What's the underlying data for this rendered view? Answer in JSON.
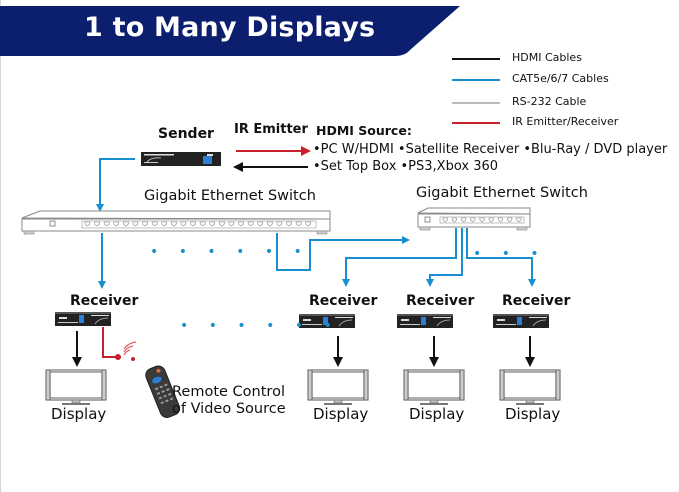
{
  "title": "1 to Many Displays",
  "colors": {
    "banner": "#0c1f6e",
    "hdmi": "#111111",
    "cat": "#1a8fd0",
    "rs232": "#bbbbbb",
    "ir": "#c8202c"
  },
  "legend": [
    {
      "label": "HDMI Cables",
      "color_key": "hdmi"
    },
    {
      "label": "CAT5e/6/7 Cables",
      "color_key": "cat"
    },
    {
      "label": "RS-232 Cable",
      "color_key": "rs232"
    },
    {
      "label": "IR Emitter/Receiver",
      "color_key": "ir"
    }
  ],
  "sender": {
    "label": "Sender"
  },
  "ir_emitter": {
    "label": "IR Emitter"
  },
  "hdmi_source": {
    "heading": "HDMI Source:",
    "line1": "•PC W/HDMI •Satellite Receiver •Blu-Ray / DVD player",
    "line2": "•Set Top Box •PS3,Xbox 360"
  },
  "switch_main": {
    "label": "Gigabit Ethernet Switch"
  },
  "switch_secondary": {
    "label": "Gigabit Ethernet Switch"
  },
  "ellipsis": "• • • • • •",
  "ellipsis_short": "• • •",
  "receivers": [
    {
      "label": "Receiver",
      "display": "Display"
    },
    {
      "label": "Receiver",
      "display": "Display"
    },
    {
      "label": "Receiver",
      "display": "Display"
    },
    {
      "label": "Receiver",
      "display": "Display"
    }
  ],
  "remote": {
    "line1": "Remote Control",
    "line2": "of Video Source"
  }
}
